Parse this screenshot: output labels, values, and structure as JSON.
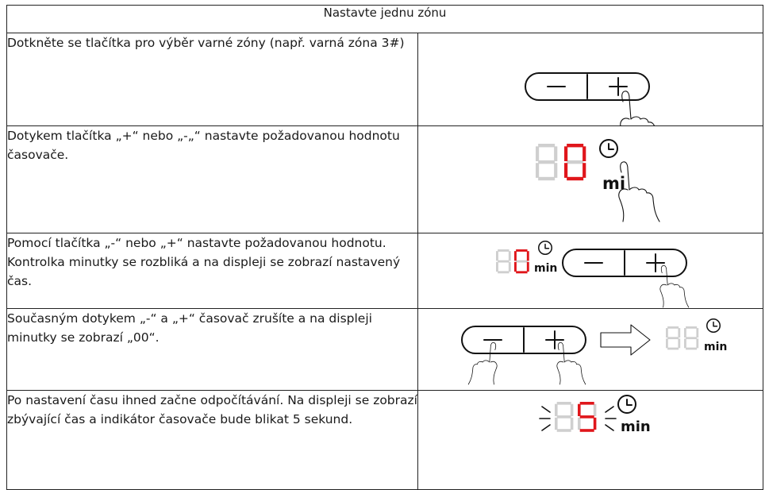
{
  "header": {
    "title": "Nastavte jednu zónu"
  },
  "steps": [
    {
      "text": "Dotkněte se tlačítka pro výběr varné zóny (např. varná zóna 3#)"
    },
    {
      "text": "Dotykem tlačítka „+“ nebo „-„“ nastavte požadovanou hodnotu časovače."
    },
    {
      "text": "Pomocí tlačítka „-“ nebo „+“ nastavte požadovanou hodnotu. Kontrolka minutky se rozbliká a na displeji se zobrazí nastavený čas."
    },
    {
      "text": "Současným dotykem „-“ a „+“ časovač zrušíte a na displeji minutky se zobrazí „00“."
    },
    {
      "text": "Po nastavení času ihned začne odpočítávání. Na displeji se zobrazí zbývající čas a indikátor časovače bude blikat 5 sekund."
    }
  ],
  "display": {
    "unit": "min",
    "unit_partial": "mi"
  },
  "icons": {
    "minus": "−",
    "plus": "+",
    "timer": "clock-icon",
    "finger": "pointing-hand-icon",
    "arrow": "right-arrow-icon"
  },
  "colors": {
    "active_segment": "#e0161b",
    "inactive_segment": "#cfcfcf",
    "line": "#111111"
  }
}
